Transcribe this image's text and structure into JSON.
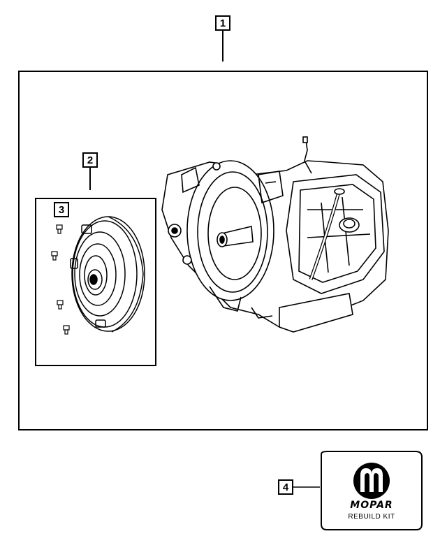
{
  "callouts": {
    "c1": "1",
    "c2": "2",
    "c3": "3",
    "c4": "4"
  },
  "kit": {
    "brand": "MOPAR",
    "label": "REBUILD KIT"
  },
  "icons": [
    "transmission-assembly",
    "torque-converter",
    "bolt",
    "rebuild-kit-box",
    "mopar-logo"
  ]
}
